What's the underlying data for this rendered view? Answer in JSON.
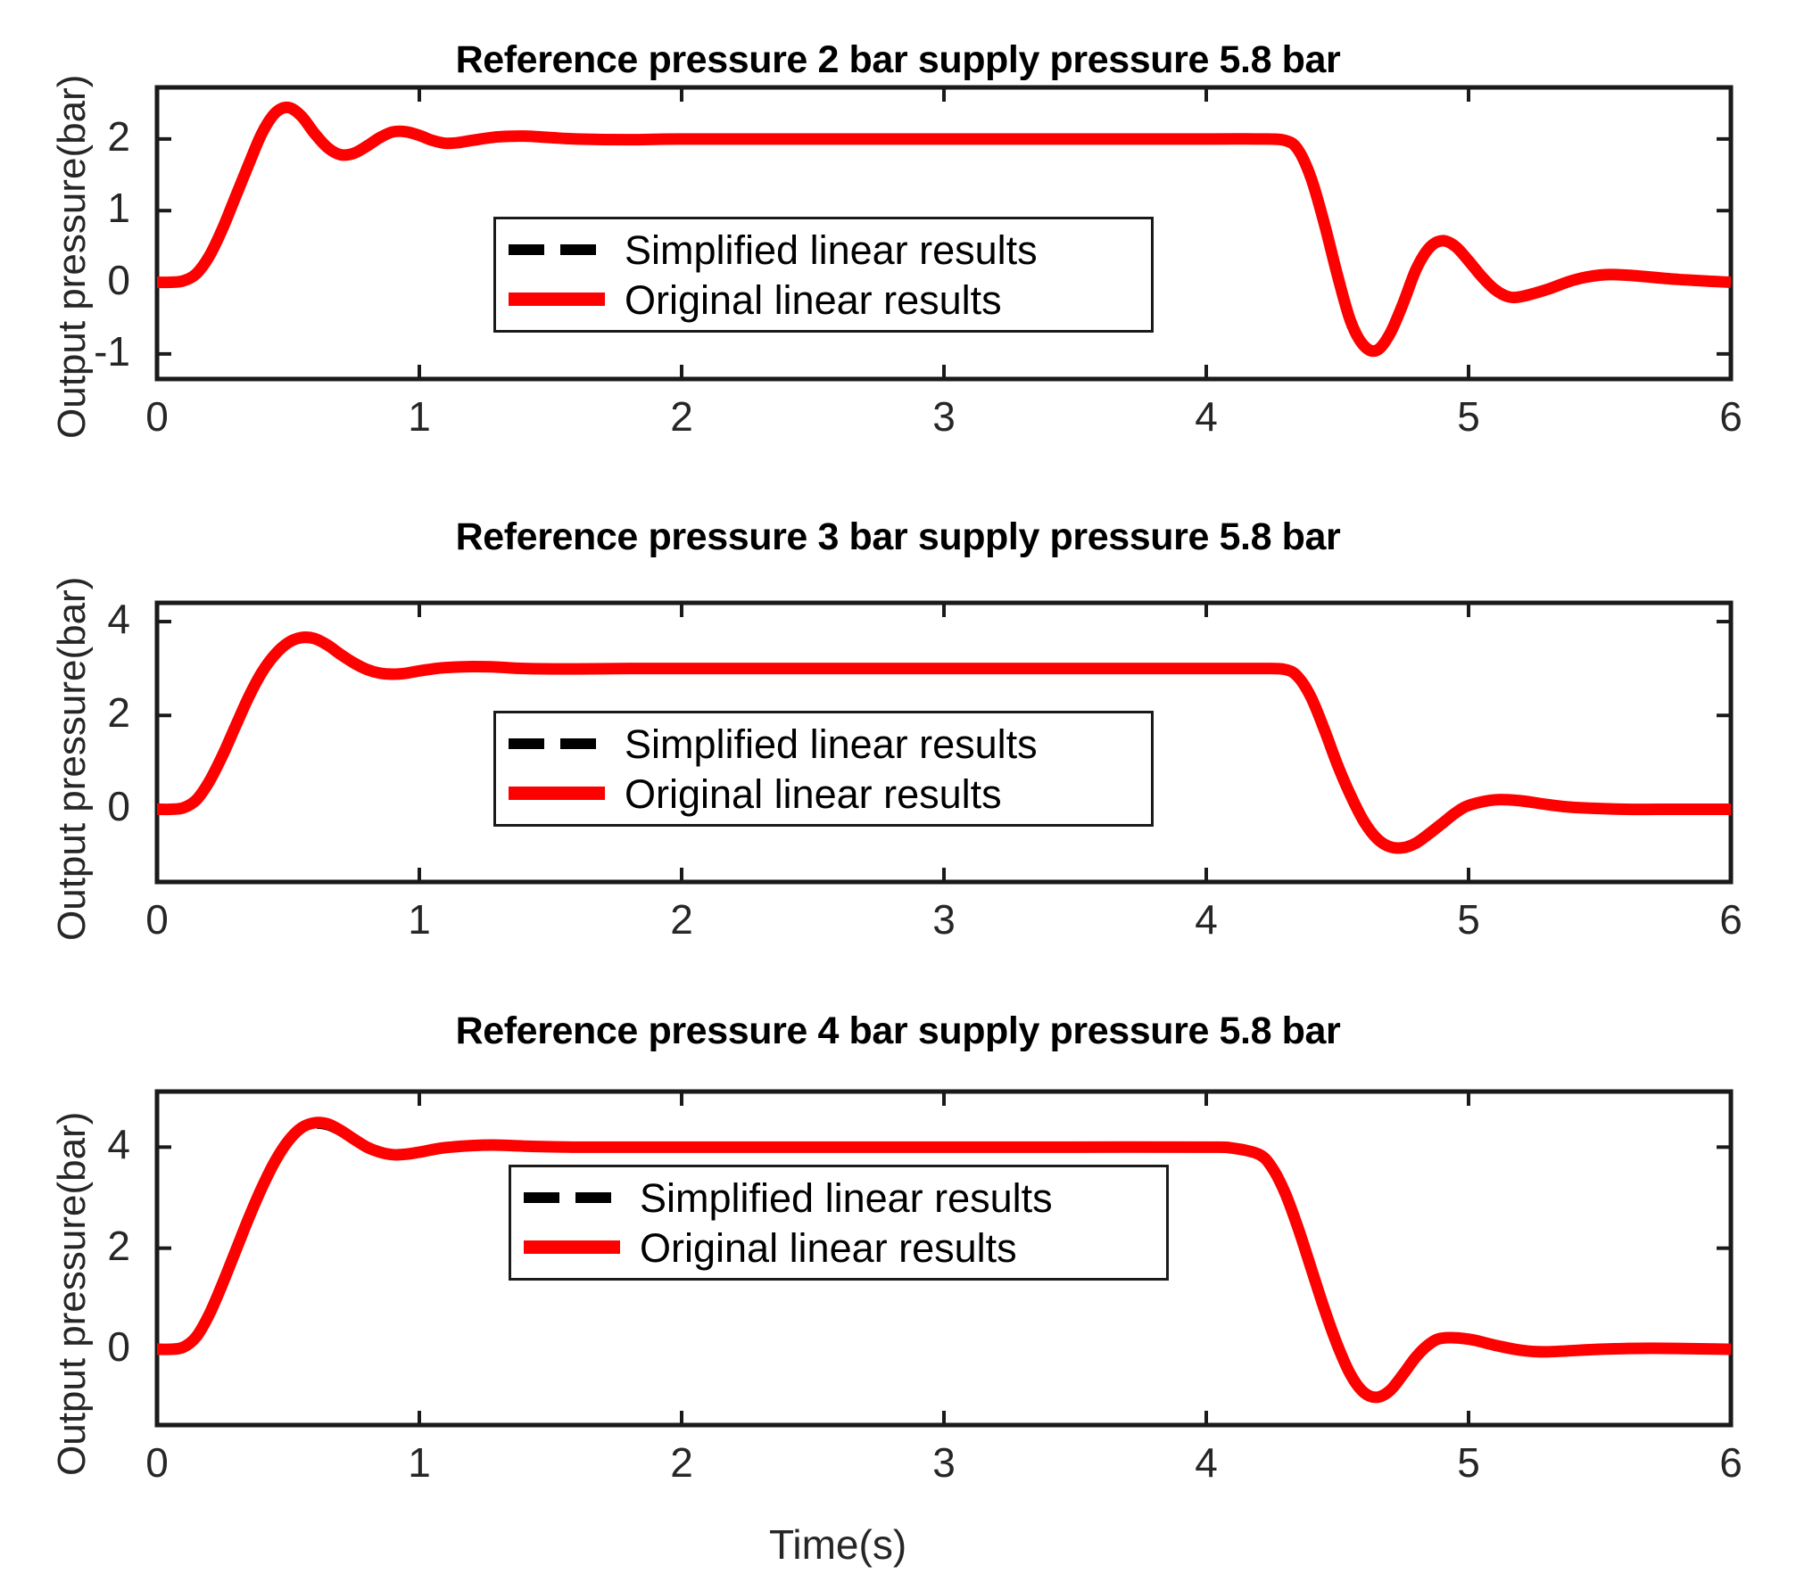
{
  "figure": {
    "background": "#ffffff",
    "xlabel": "Time(s)",
    "series_colors": {
      "simplified": "#000000",
      "original": "#ff0000"
    }
  },
  "legend": {
    "simplified_label": "Simplified linear results",
    "original_label": "Original linear results"
  },
  "chart_data": [
    {
      "type": "line",
      "title": "Reference pressure 2 bar supply pressure 5.8 bar",
      "xlabel": "",
      "ylabel": "Output pressure(bar)",
      "xlim": [
        0,
        6
      ],
      "ylim": [
        -1.35,
        2.72
      ],
      "xticks": [
        0,
        1,
        2,
        3,
        4,
        5,
        6
      ],
      "xticklabels": [
        "0",
        "1",
        "2",
        "3",
        "4",
        "5",
        "6"
      ],
      "yticks": [
        -1,
        0,
        1,
        2
      ],
      "yticklabels": [
        "-1",
        "0",
        "1",
        "2"
      ],
      "grid": false,
      "legend_position": "center-left",
      "series": [
        {
          "name": "Simplified linear results",
          "style": "dashed",
          "color": "#000000",
          "x": [
            0,
            0.05,
            0.1,
            0.15,
            0.2,
            0.25,
            0.3,
            0.35,
            0.4,
            0.45,
            0.5,
            0.55,
            0.6,
            0.65,
            0.7,
            0.75,
            0.8,
            0.85,
            0.9,
            0.95,
            1.0,
            1.05,
            1.1,
            1.15,
            1.2,
            1.3,
            1.4,
            1.5,
            1.6,
            1.8,
            2.0,
            2.5,
            3.0,
            3.5,
            4.0,
            4.2,
            4.3,
            4.35,
            4.4,
            4.45,
            4.5,
            4.55,
            4.6,
            4.65,
            4.7,
            4.75,
            4.8,
            4.85,
            4.9,
            4.95,
            5.0,
            5.05,
            5.1,
            5.15,
            5.2,
            5.3,
            5.4,
            5.5,
            5.6,
            5.8,
            6.0
          ],
          "y": [
            0,
            0.0,
            0.02,
            0.12,
            0.37,
            0.75,
            1.2,
            1.65,
            2.08,
            2.36,
            2.44,
            2.32,
            2.08,
            1.88,
            1.78,
            1.8,
            1.9,
            2.02,
            2.1,
            2.1,
            2.05,
            1.98,
            1.94,
            1.95,
            1.98,
            2.03,
            2.04,
            2.02,
            2.0,
            1.99,
            2.0,
            2.0,
            2.0,
            2.0,
            2.0,
            2.0,
            1.98,
            1.85,
            1.45,
            0.82,
            0.1,
            -0.54,
            -0.88,
            -0.95,
            -0.72,
            -0.3,
            0.18,
            0.48,
            0.58,
            0.5,
            0.3,
            0.08,
            -0.1,
            -0.2,
            -0.2,
            -0.1,
            0.03,
            0.1,
            0.1,
            0.04,
            0.0
          ]
        },
        {
          "name": "Original linear results",
          "style": "solid",
          "color": "#ff0000",
          "x": [
            0,
            0.05,
            0.1,
            0.15,
            0.2,
            0.25,
            0.3,
            0.35,
            0.4,
            0.45,
            0.5,
            0.55,
            0.6,
            0.65,
            0.7,
            0.75,
            0.8,
            0.85,
            0.9,
            0.95,
            1.0,
            1.05,
            1.1,
            1.15,
            1.2,
            1.3,
            1.4,
            1.5,
            1.6,
            1.8,
            2.0,
            2.5,
            3.0,
            3.5,
            4.0,
            4.2,
            4.3,
            4.35,
            4.4,
            4.45,
            4.5,
            4.55,
            4.6,
            4.65,
            4.7,
            4.75,
            4.8,
            4.85,
            4.9,
            4.95,
            5.0,
            5.05,
            5.1,
            5.15,
            5.2,
            5.3,
            5.4,
            5.5,
            5.6,
            5.8,
            6.0
          ],
          "y": [
            0,
            0.0,
            0.02,
            0.12,
            0.37,
            0.75,
            1.2,
            1.65,
            2.08,
            2.36,
            2.44,
            2.32,
            2.08,
            1.88,
            1.78,
            1.8,
            1.9,
            2.02,
            2.1,
            2.1,
            2.05,
            1.98,
            1.94,
            1.95,
            1.98,
            2.03,
            2.04,
            2.02,
            2.0,
            1.99,
            2.0,
            2.0,
            2.0,
            2.0,
            2.0,
            2.0,
            1.98,
            1.85,
            1.45,
            0.82,
            0.1,
            -0.54,
            -0.88,
            -0.95,
            -0.72,
            -0.3,
            0.18,
            0.48,
            0.58,
            0.5,
            0.3,
            0.08,
            -0.1,
            -0.2,
            -0.2,
            -0.1,
            0.03,
            0.1,
            0.1,
            0.04,
            0.0
          ]
        }
      ]
    },
    {
      "type": "line",
      "title": "Reference pressure 3 bar supply pressure 5.8 bar",
      "xlabel": "",
      "ylabel": "Output pressure(bar)",
      "xlim": [
        0,
        6
      ],
      "ylim": [
        -1.55,
        4.4
      ],
      "xticks": [
        0,
        1,
        2,
        3,
        4,
        5,
        6
      ],
      "xticklabels": [
        "0",
        "1",
        "2",
        "3",
        "4",
        "5",
        "6"
      ],
      "yticks": [
        0,
        2,
        4
      ],
      "yticklabels": [
        "0",
        "2",
        "4"
      ],
      "grid": false,
      "legend_position": "center-left",
      "series": [
        {
          "name": "Simplified linear results",
          "style": "dashed",
          "color": "#000000",
          "x": [
            0,
            0.05,
            0.1,
            0.15,
            0.2,
            0.25,
            0.3,
            0.35,
            0.4,
            0.45,
            0.5,
            0.55,
            0.6,
            0.65,
            0.7,
            0.75,
            0.8,
            0.85,
            0.9,
            0.95,
            1.0,
            1.05,
            1.1,
            1.2,
            1.3,
            1.4,
            1.6,
            1.8,
            2.0,
            2.5,
            3.0,
            3.5,
            4.0,
            4.2,
            4.3,
            4.35,
            4.4,
            4.45,
            4.5,
            4.55,
            4.6,
            4.65,
            4.7,
            4.75,
            4.8,
            4.85,
            4.9,
            4.95,
            5.0,
            5.1,
            5.2,
            5.3,
            5.4,
            5.6,
            5.8,
            6.0
          ],
          "y": [
            0,
            0.0,
            0.03,
            0.2,
            0.6,
            1.15,
            1.78,
            2.4,
            2.92,
            3.3,
            3.55,
            3.65,
            3.63,
            3.5,
            3.3,
            3.12,
            2.98,
            2.9,
            2.88,
            2.9,
            2.95,
            2.99,
            3.02,
            3.04,
            3.03,
            3.0,
            2.99,
            3.0,
            3.0,
            3.0,
            3.0,
            3.0,
            3.0,
            3.0,
            2.98,
            2.82,
            2.38,
            1.7,
            0.95,
            0.3,
            -0.25,
            -0.62,
            -0.8,
            -0.82,
            -0.72,
            -0.52,
            -0.3,
            -0.08,
            0.08,
            0.2,
            0.18,
            0.1,
            0.04,
            0.0,
            0.0,
            0.0
          ]
        },
        {
          "name": "Original linear results",
          "style": "solid",
          "color": "#ff0000",
          "x": [
            0,
            0.05,
            0.1,
            0.15,
            0.2,
            0.25,
            0.3,
            0.35,
            0.4,
            0.45,
            0.5,
            0.55,
            0.6,
            0.65,
            0.7,
            0.75,
            0.8,
            0.85,
            0.9,
            0.95,
            1.0,
            1.05,
            1.1,
            1.2,
            1.3,
            1.4,
            1.6,
            1.8,
            2.0,
            2.5,
            3.0,
            3.5,
            4.0,
            4.2,
            4.3,
            4.35,
            4.4,
            4.45,
            4.5,
            4.55,
            4.6,
            4.65,
            4.7,
            4.75,
            4.8,
            4.85,
            4.9,
            4.95,
            5.0,
            5.1,
            5.2,
            5.3,
            5.4,
            5.6,
            5.8,
            6.0
          ],
          "y": [
            0,
            0.0,
            0.03,
            0.2,
            0.6,
            1.15,
            1.78,
            2.4,
            2.92,
            3.3,
            3.55,
            3.66,
            3.64,
            3.5,
            3.3,
            3.12,
            2.98,
            2.9,
            2.88,
            2.9,
            2.95,
            2.99,
            3.02,
            3.04,
            3.03,
            3.0,
            2.99,
            3.0,
            3.0,
            3.0,
            3.0,
            3.0,
            3.0,
            3.0,
            2.98,
            2.82,
            2.38,
            1.7,
            0.95,
            0.3,
            -0.25,
            -0.62,
            -0.8,
            -0.82,
            -0.72,
            -0.52,
            -0.3,
            -0.08,
            0.08,
            0.2,
            0.18,
            0.1,
            0.04,
            0.0,
            0.0,
            0.0
          ]
        }
      ]
    },
    {
      "type": "line",
      "title": "Reference pressure 4 bar supply pressure 5.8 bar",
      "xlabel": "Time(s)",
      "ylabel": "Output pressure(bar)",
      "xlim": [
        0,
        6
      ],
      "ylim": [
        -1.5,
        5.1
      ],
      "xticks": [
        0,
        1,
        2,
        3,
        4,
        5,
        6
      ],
      "xticklabels": [
        "0",
        "1",
        "2",
        "3",
        "4",
        "5",
        "6"
      ],
      "yticks": [
        0,
        2,
        4
      ],
      "yticklabels": [
        "0",
        "2",
        "4"
      ],
      "grid": false,
      "legend_position": "center-left",
      "series": [
        {
          "name": "Simplified linear results",
          "style": "dashed",
          "color": "#000000",
          "x": [
            0,
            0.05,
            0.1,
            0.15,
            0.2,
            0.25,
            0.3,
            0.35,
            0.4,
            0.45,
            0.5,
            0.55,
            0.6,
            0.65,
            0.7,
            0.75,
            0.8,
            0.85,
            0.9,
            0.95,
            1.0,
            1.05,
            1.1,
            1.2,
            1.3,
            1.4,
            1.6,
            1.8,
            2.0,
            2.5,
            3.0,
            3.5,
            4.0,
            4.1,
            4.2,
            4.25,
            4.3,
            4.35,
            4.4,
            4.45,
            4.5,
            4.55,
            4.6,
            4.65,
            4.7,
            4.75,
            4.8,
            4.85,
            4.9,
            5.0,
            5.1,
            5.2,
            5.3,
            5.5,
            5.7,
            6.0
          ],
          "y": [
            0,
            0.0,
            0.04,
            0.25,
            0.7,
            1.3,
            1.95,
            2.6,
            3.2,
            3.72,
            4.12,
            4.36,
            4.46,
            4.44,
            4.32,
            4.16,
            4.0,
            3.9,
            3.85,
            3.86,
            3.9,
            3.95,
            3.99,
            4.03,
            4.04,
            4.02,
            4.0,
            4.0,
            4.0,
            4.0,
            4.0,
            4.0,
            4.0,
            3.98,
            3.86,
            3.6,
            3.1,
            2.4,
            1.6,
            0.8,
            0.08,
            -0.5,
            -0.85,
            -0.95,
            -0.82,
            -0.5,
            -0.15,
            0.1,
            0.22,
            0.2,
            0.08,
            -0.02,
            -0.05,
            0.0,
            0.02,
            0.0
          ]
        },
        {
          "name": "Original linear results",
          "style": "solid",
          "color": "#ff0000",
          "x": [
            0,
            0.05,
            0.1,
            0.15,
            0.2,
            0.25,
            0.3,
            0.35,
            0.4,
            0.45,
            0.5,
            0.55,
            0.6,
            0.65,
            0.7,
            0.75,
            0.8,
            0.85,
            0.9,
            0.95,
            1.0,
            1.05,
            1.1,
            1.2,
            1.3,
            1.4,
            1.6,
            1.8,
            2.0,
            2.5,
            3.0,
            3.5,
            4.0,
            4.1,
            4.2,
            4.25,
            4.3,
            4.35,
            4.4,
            4.45,
            4.5,
            4.55,
            4.6,
            4.65,
            4.7,
            4.75,
            4.8,
            4.85,
            4.9,
            5.0,
            5.1,
            5.2,
            5.3,
            5.5,
            5.7,
            6.0
          ],
          "y": [
            0,
            0.0,
            0.04,
            0.25,
            0.7,
            1.3,
            1.95,
            2.6,
            3.2,
            3.72,
            4.12,
            4.38,
            4.48,
            4.46,
            4.33,
            4.16,
            4.0,
            3.9,
            3.85,
            3.86,
            3.9,
            3.95,
            3.99,
            4.03,
            4.04,
            4.02,
            4.0,
            4.0,
            4.0,
            4.0,
            4.0,
            4.0,
            4.0,
            3.98,
            3.86,
            3.6,
            3.1,
            2.4,
            1.6,
            0.8,
            0.08,
            -0.5,
            -0.85,
            -0.95,
            -0.82,
            -0.5,
            -0.15,
            0.1,
            0.22,
            0.2,
            0.08,
            -0.02,
            -0.05,
            0.0,
            0.02,
            0.0
          ]
        }
      ]
    }
  ]
}
